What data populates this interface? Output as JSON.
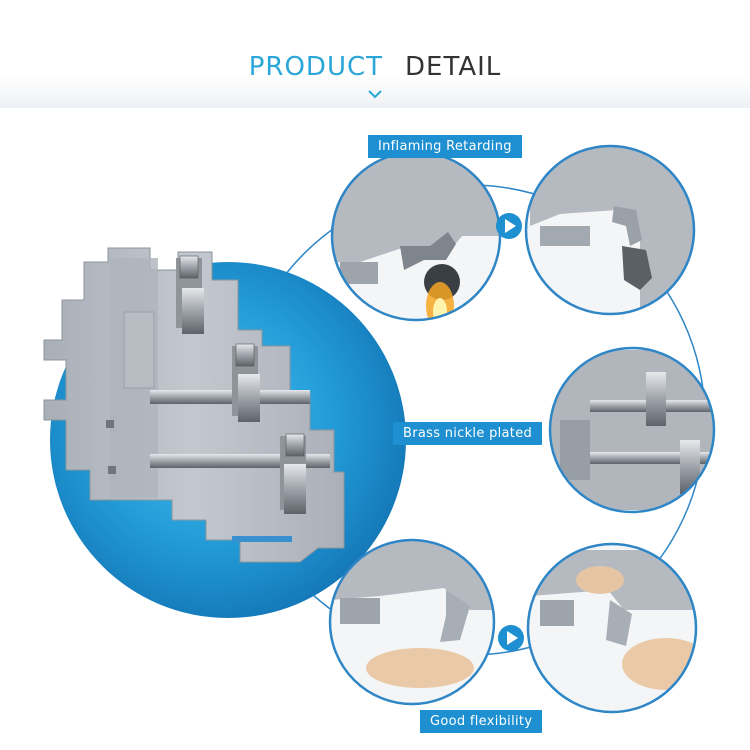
{
  "header": {
    "title_part1": "PRODUCT",
    "title_part2": "DETAIL"
  },
  "features": {
    "flame": "Inflaming Retarding",
    "brass": "Brass nickle plated",
    "flex": "Good flexibility"
  },
  "colors": {
    "accent": "#2aa7d8",
    "tag": "#1e8fd0",
    "circle_border": "#2f86c7",
    "product": "#b9bec6"
  },
  "icons": [
    "chevron-down-icon",
    "play-arrow-icon",
    "play-arrow-icon"
  ]
}
